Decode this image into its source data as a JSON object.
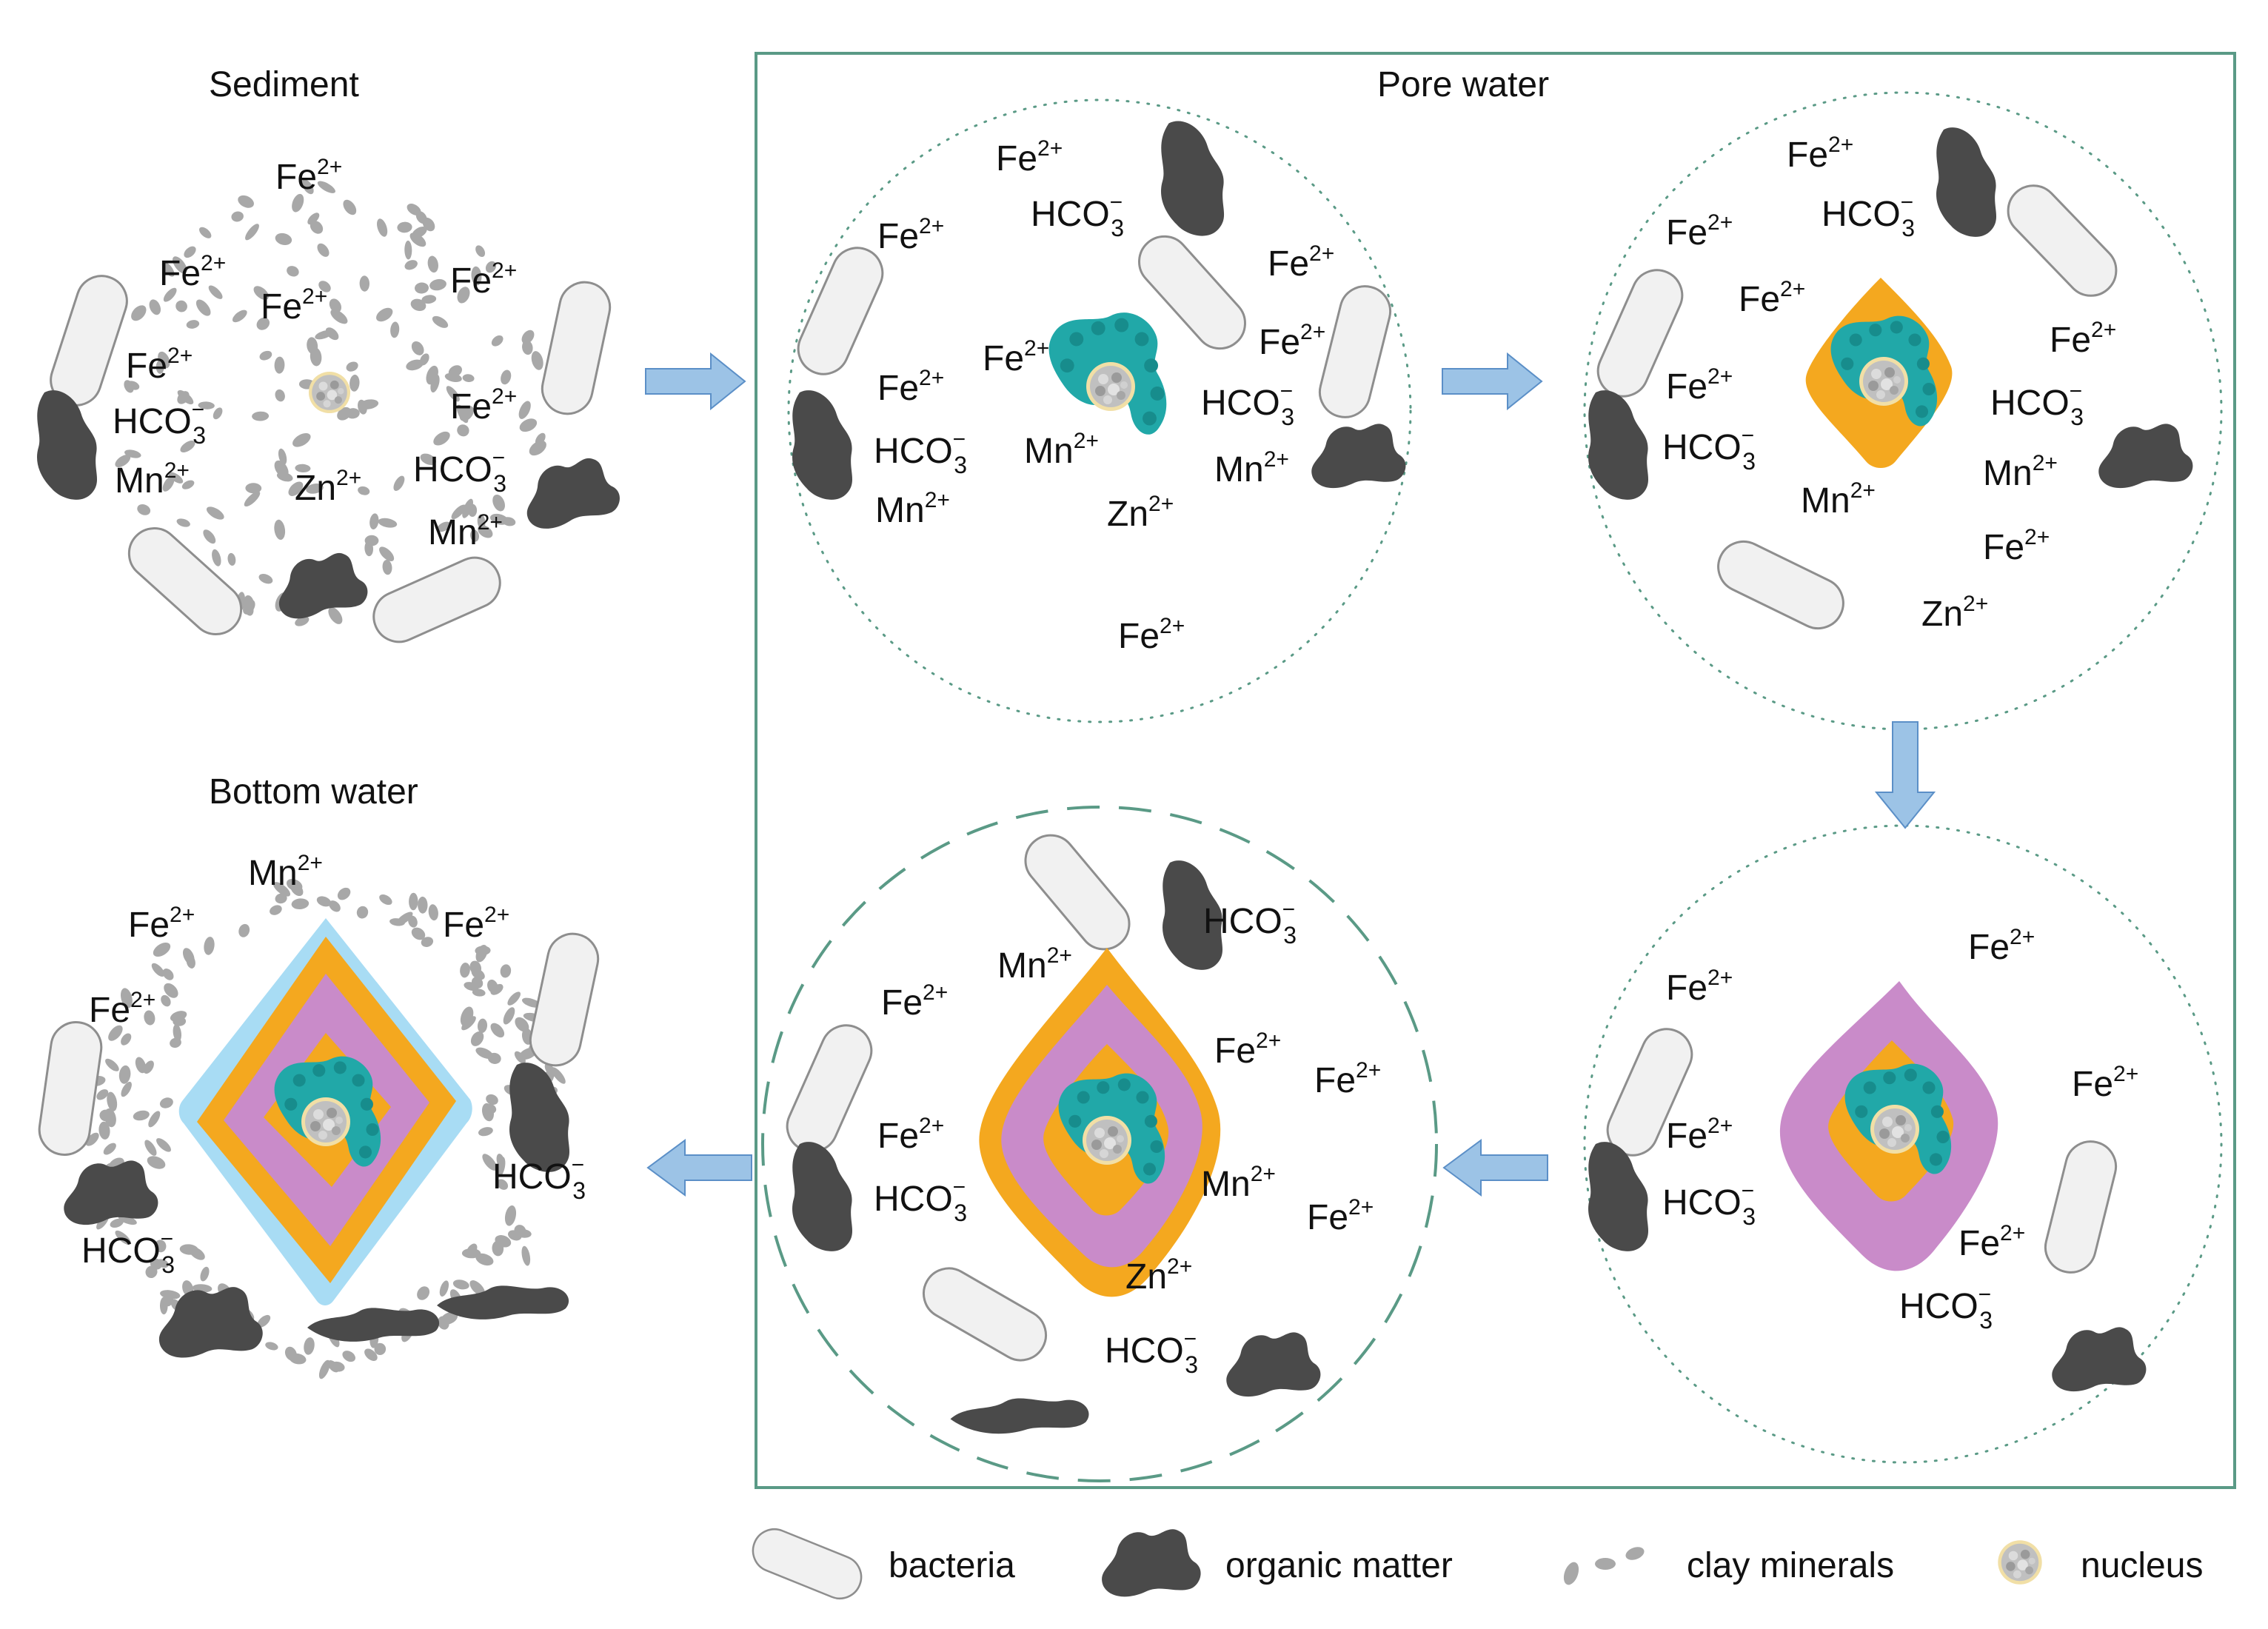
{
  "titles": {
    "sediment": "Sediment",
    "pore_water": "Pore water",
    "bottom_water": "Bottom water"
  },
  "ion_text": {
    "fe": "Fe",
    "fe_charge": "2+",
    "mn": "Mn",
    "mn_charge": "2+",
    "zn": "Zn",
    "zn_charge": "2+",
    "hco": "HCO",
    "hco_sub": "3",
    "hco_charge": "−"
  },
  "legend": {
    "bacteria": "bacteria",
    "organic_matter": "organic matter",
    "clay_minerals": "clay minerals",
    "nucleus": "nucleus"
  },
  "colors": {
    "frame": "#5a9a86",
    "arrow": "#9cc3e6",
    "arrow_stroke": "#5b8fc7",
    "organic": "#4a4a4a",
    "clay": "#a8a8a8",
    "bacteria_fill": "#f1f1f1",
    "bacteria_stroke": "#8e8e8e",
    "teal": "#21a8a8",
    "orange": "#f4a81f",
    "purple": "#c98bc9",
    "blue_rim": "#a8dcf4",
    "nucleus": "#c0c0c0",
    "nucleus_rim": "#f1dfa6"
  }
}
